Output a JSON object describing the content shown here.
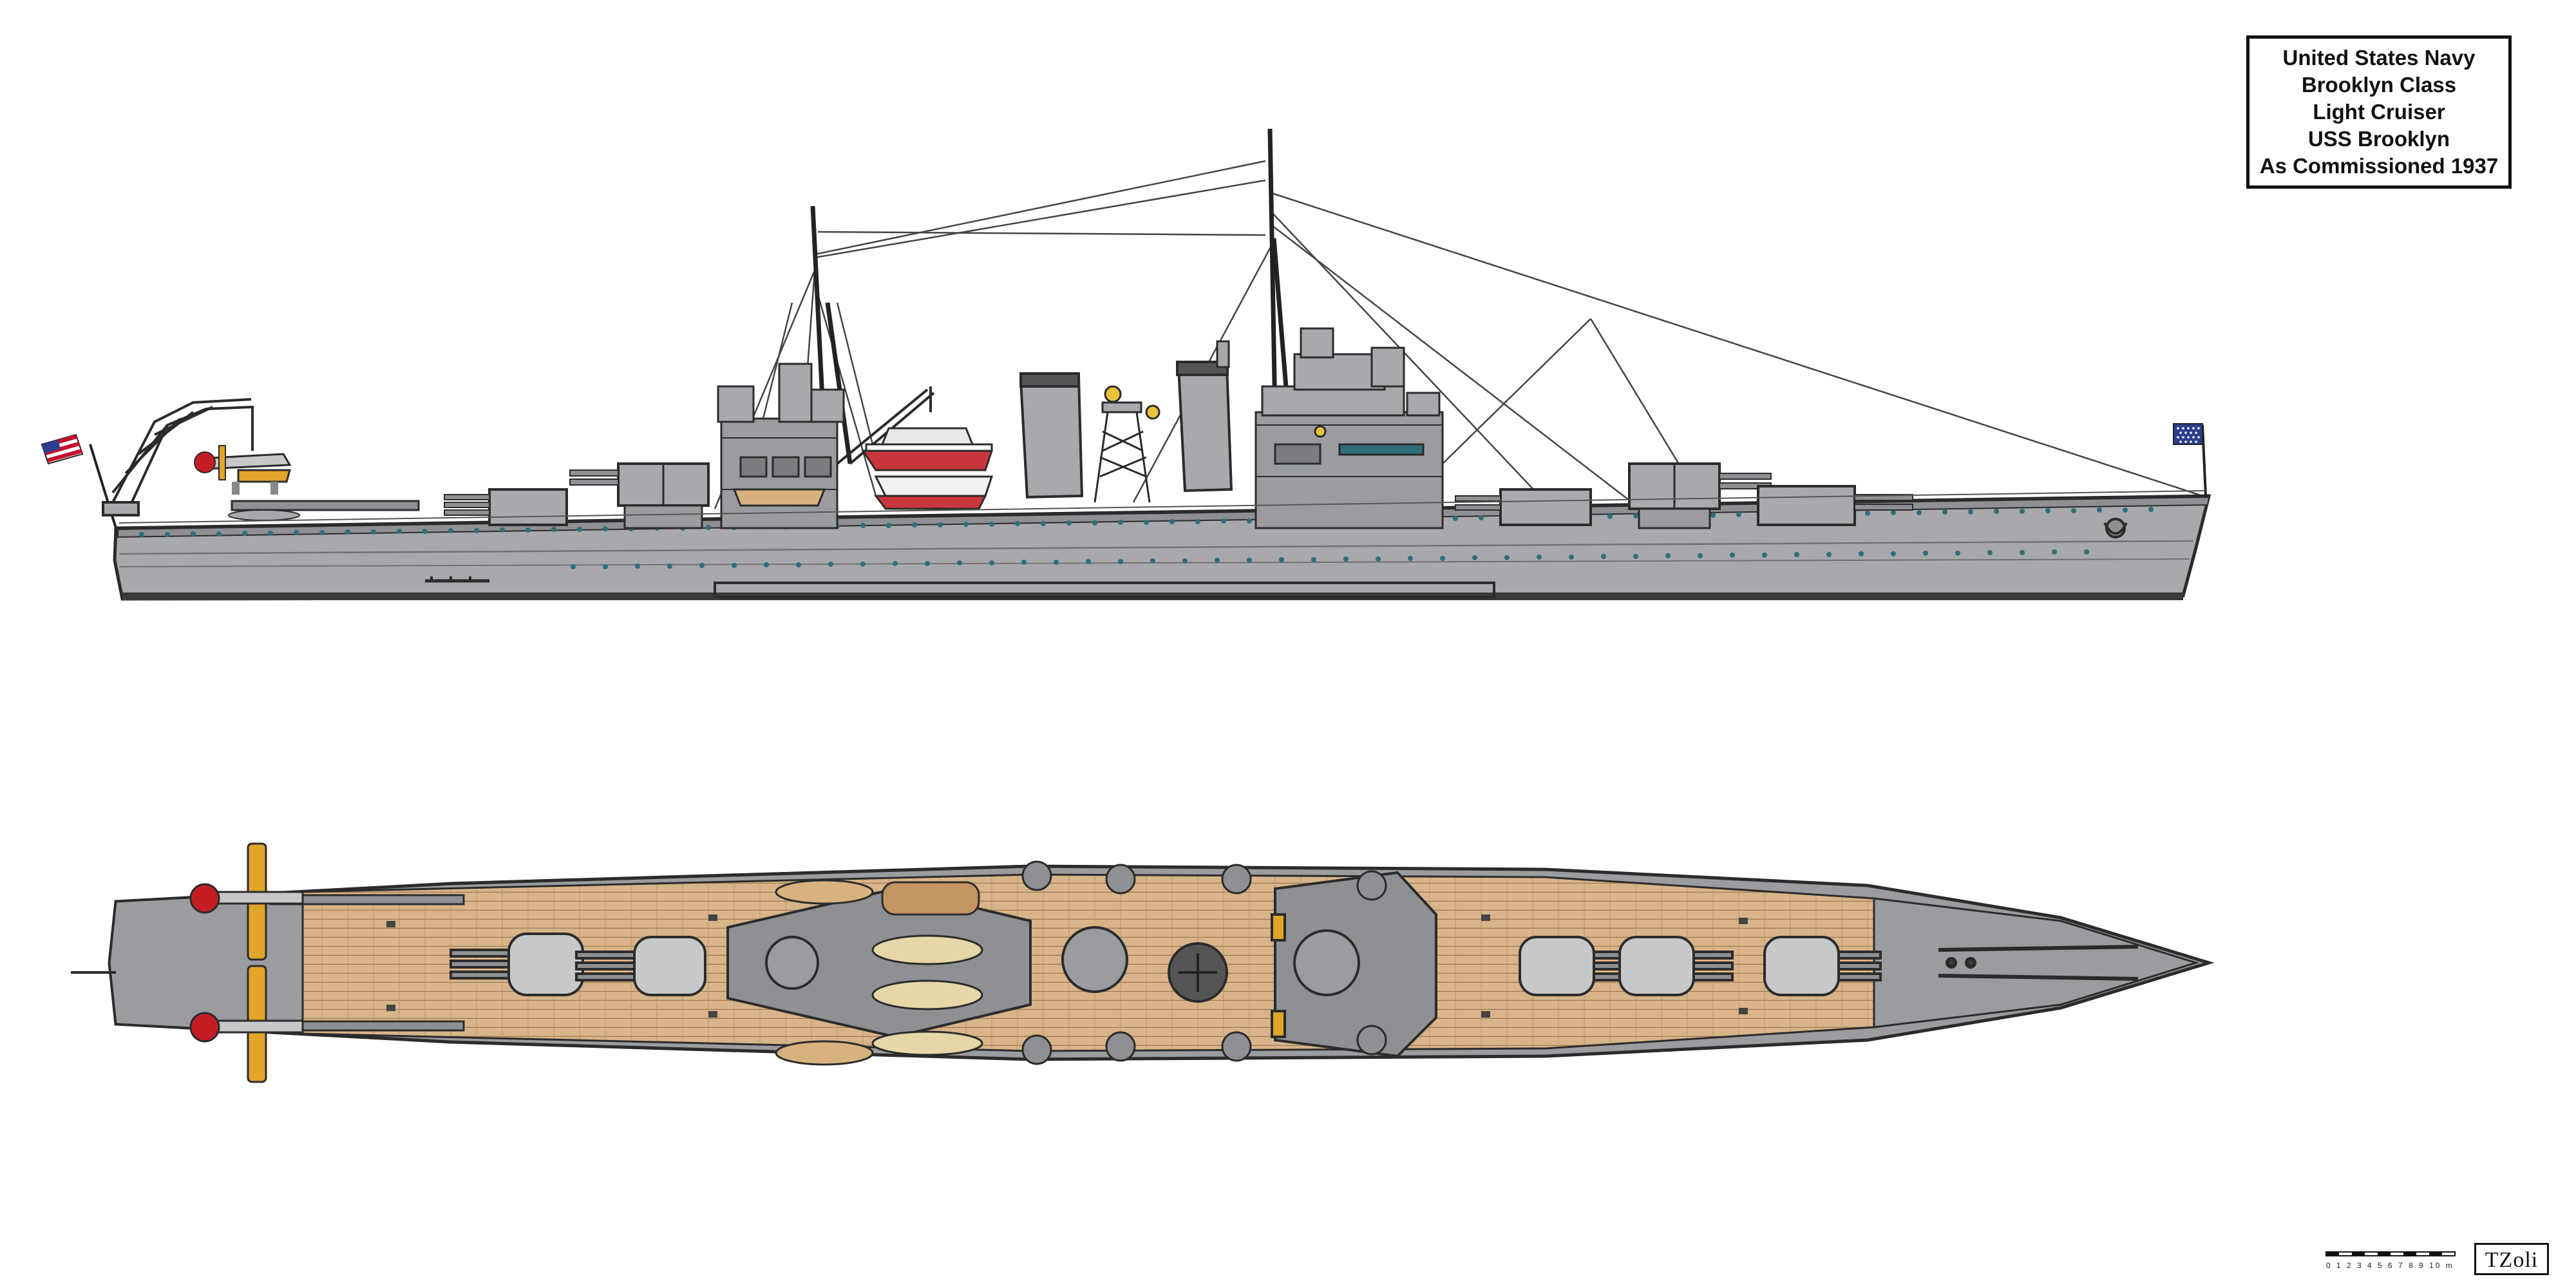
{
  "title_block": {
    "lines": [
      "United States Navy",
      "Brooklyn Class",
      "Light Cruiser",
      "USS Brooklyn",
      "As Commissioned 1937"
    ]
  },
  "scale_bar": {
    "labels": "0 1 2 3 4 5 6 7 8 9 10 m"
  },
  "signature": {
    "text": "TZoli"
  },
  "colors": {
    "hull_gray": "#a7a9ac",
    "superstructure_gray": "#9a9c9f",
    "deck_wood": "#d9b489",
    "outline": "#2b2b2b",
    "boot_top": "#3a3a3a",
    "flag_red": "#c8102e",
    "flag_blue": "#2c3e8f",
    "aircraft_yellow": "#e0a52a",
    "aircraft_red": "#c41e24",
    "boat_red": "#c9373b",
    "porthole": "#2f6f7a"
  }
}
